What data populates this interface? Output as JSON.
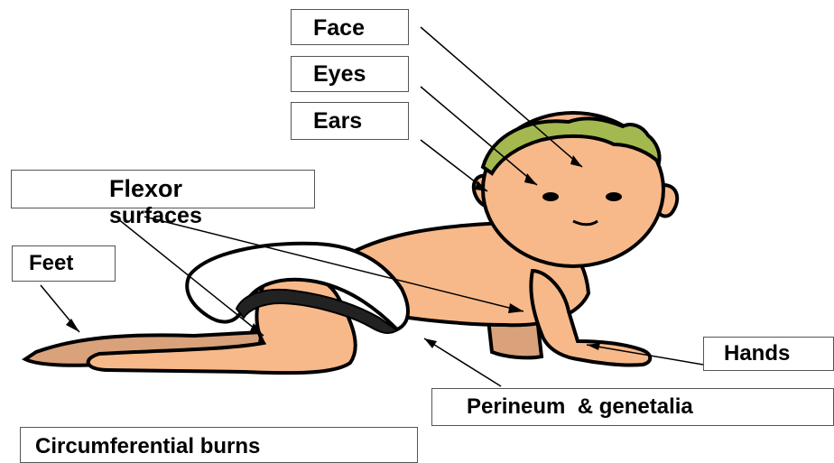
{
  "labels": {
    "face": "Face",
    "eyes": "Eyes",
    "ears": "Ears",
    "flexor_line1": "Flexor",
    "flexor_line2": "surfaces",
    "feet": "Feet",
    "hands": "Hands",
    "perineum": "Perineum  & genetalia",
    "circumferential": "Circumferential burns"
  },
  "colors": {
    "skin": "#f8b98a",
    "skin_shadow": "#d9a27a",
    "hair": "#a3b94f",
    "diaper": "#ffffff",
    "outline": "#000000",
    "box_border": "#555555"
  }
}
